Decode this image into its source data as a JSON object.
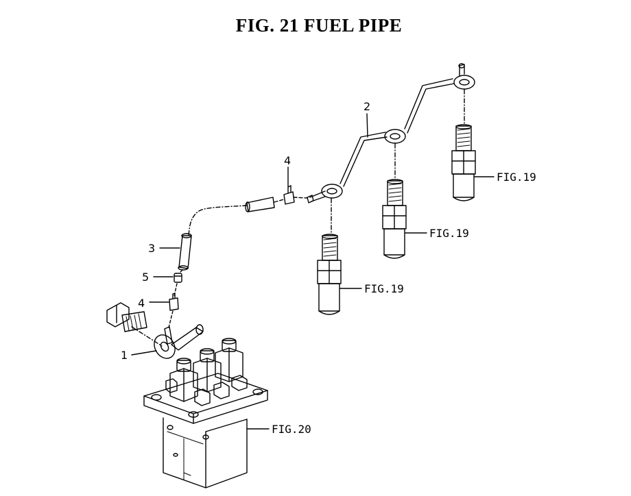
{
  "title": "FIG. 21  FUEL PIPE",
  "callouts": {
    "c1": "1",
    "c2": "2",
    "c3": "3",
    "c4a": "4",
    "c4b": "4",
    "c5": "5"
  },
  "refs": {
    "nozzle1": "FIG.19",
    "nozzle2": "FIG.19",
    "nozzle3": "FIG.19",
    "pump": "FIG.20"
  }
}
